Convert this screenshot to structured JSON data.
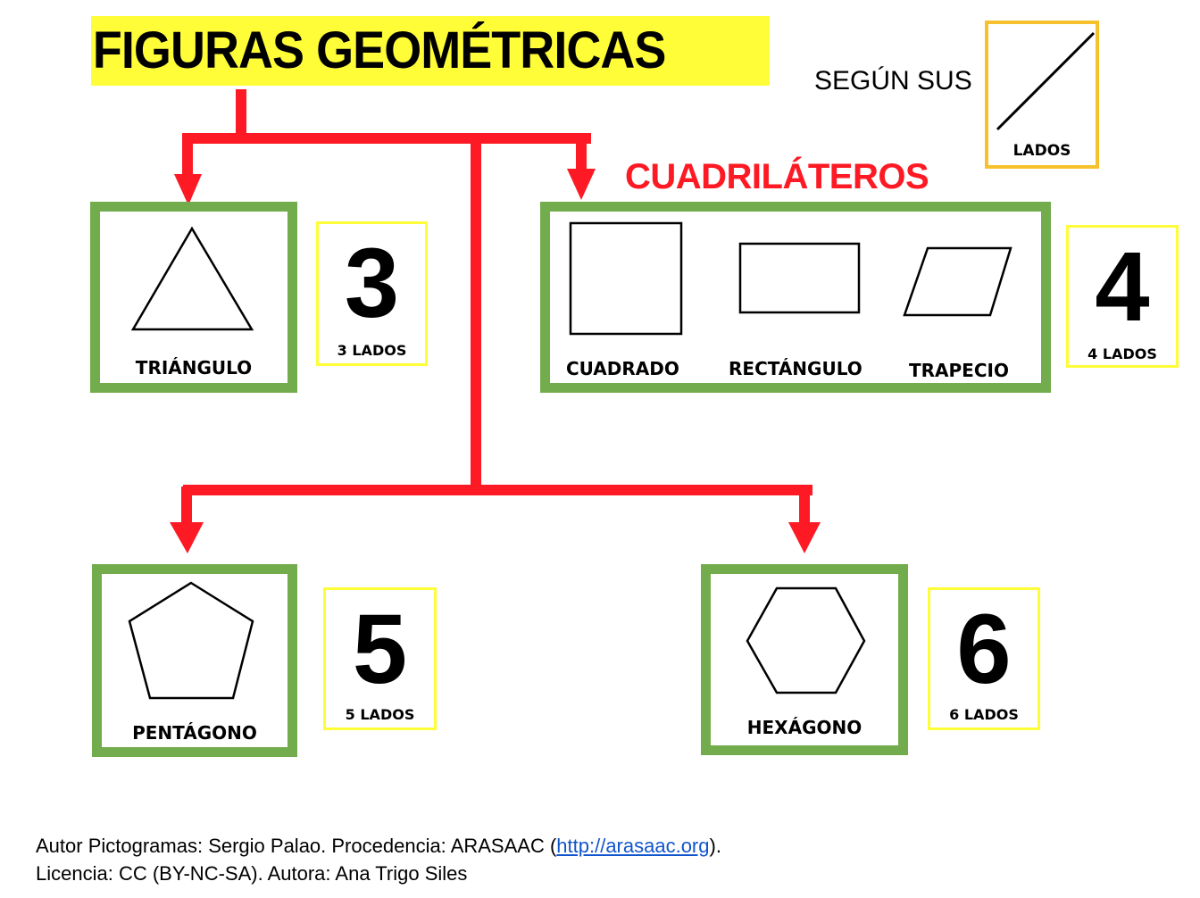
{
  "title": "FIGURAS GEOMÉTRICAS",
  "subtitle": {
    "text": "SEGÚN SUS",
    "card_label": "LADOS",
    "card_icon": "line-segment-icon"
  },
  "colors": {
    "title_bg": "#fffd38",
    "arrow": "#fd1a24",
    "shape_border": "#72ac4d",
    "number_border": "#fffd38",
    "lados_border": "#f7c12e",
    "link": "#1155cc"
  },
  "groups": {
    "triangle": {
      "shape_name": "TRIÁNGULO",
      "icon": "triangle-icon",
      "number": "3",
      "sides_label": "3 LADOS"
    },
    "quadrilaterals": {
      "heading": "CUADRILÁTEROS",
      "shapes": [
        {
          "name": "CUADRADO",
          "icon": "square-icon"
        },
        {
          "name": "RECTÁNGULO",
          "icon": "rectangle-icon"
        },
        {
          "name": "TRAPECIO",
          "icon": "parallelogram-icon"
        }
      ],
      "number": "4",
      "sides_label": "4 LADOS"
    },
    "pentagon": {
      "shape_name": "PENTÁGONO",
      "icon": "pentagon-icon",
      "number": "5",
      "sides_label": "5 LADOS"
    },
    "hexagon": {
      "shape_name": "HEXÁGONO",
      "icon": "hexagon-icon",
      "number": "6",
      "sides_label": "6 LADOS"
    }
  },
  "footer": {
    "line1_prefix": "Autor Pictogramas: Sergio Palao. Procedencia: ARASAAC (",
    "link_text": "http://arasaac.org",
    "line1_suffix": ").",
    "line2": "Licencia: CC (BY-NC-SA). Autora: Ana Trigo Siles"
  }
}
